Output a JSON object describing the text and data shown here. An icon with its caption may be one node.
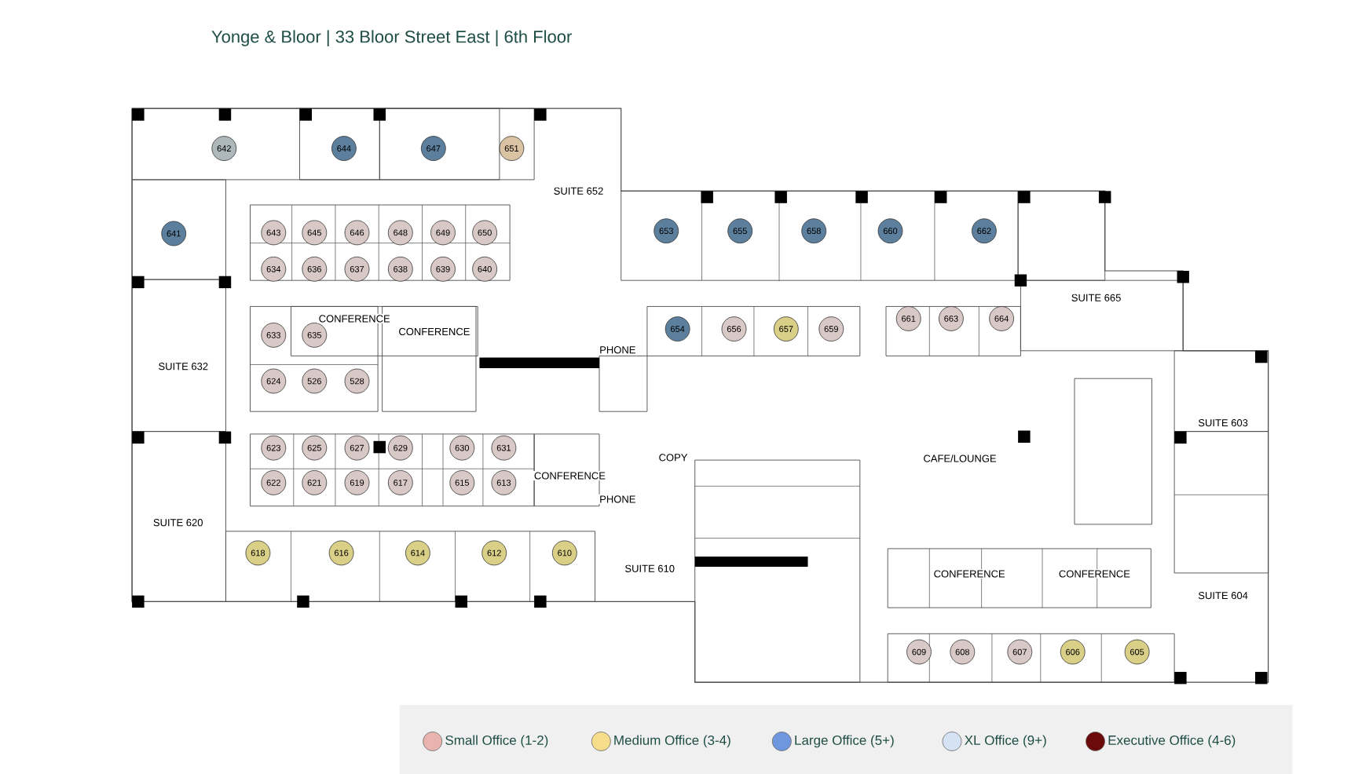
{
  "diagram": {
    "title": "Yonge & Bloor | 33 Bloor Street East | 6th Floor",
    "nodes": [
      {
        "text": [
          "642"
        ]
      },
      {
        "text": [
          "644"
        ]
      },
      {
        "text": [
          "647"
        ]
      },
      {
        "text": [
          "651"
        ]
      },
      {
        "text": [
          "641"
        ]
      },
      {
        "text": [
          "643"
        ]
      },
      {
        "text": [
          "645"
        ]
      },
      {
        "text": [
          "646"
        ]
      },
      {
        "text": [
          "648"
        ]
      },
      {
        "text": [
          "649"
        ]
      },
      {
        "text": [
          "650"
        ]
      },
      {
        "text": [
          "653"
        ]
      },
      {
        "text": [
          "655"
        ]
      },
      {
        "text": [
          "658"
        ]
      },
      {
        "text": [
          "660"
        ]
      },
      {
        "text": [
          "662"
        ]
      },
      {
        "text": [
          "634"
        ]
      },
      {
        "text": [
          "636"
        ]
      },
      {
        "text": [
          "637"
        ]
      },
      {
        "text": [
          "638"
        ]
      },
      {
        "text": [
          "639"
        ]
      },
      {
        "text": [
          "640"
        ]
      },
      {
        "text": [
          "661"
        ]
      },
      {
        "text": [
          "663"
        ]
      },
      {
        "text": [
          "664"
        ]
      },
      {
        "text": [
          "654"
        ]
      },
      {
        "text": [
          "656"
        ]
      },
      {
        "text": [
          "657"
        ]
      },
      {
        "text": [
          "659"
        ]
      },
      {
        "text": [
          "633"
        ]
      },
      {
        "text": [
          "635"
        ]
      },
      {
        "text": [
          "624"
        ]
      },
      {
        "text": [
          "526"
        ]
      },
      {
        "text": [
          "528"
        ]
      },
      {
        "text": [
          "623"
        ]
      },
      {
        "text": [
          "625"
        ]
      },
      {
        "text": [
          "627"
        ]
      },
      {
        "text": [
          "629"
        ]
      },
      {
        "text": [
          "630"
        ]
      },
      {
        "text": [
          "631"
        ]
      },
      {
        "text": [
          "622"
        ]
      },
      {
        "text": [
          "621"
        ]
      },
      {
        "text": [
          "619"
        ]
      },
      {
        "text": [
          "617"
        ]
      },
      {
        "text": [
          "615"
        ]
      },
      {
        "text": [
          "613"
        ]
      },
      {
        "text": [
          "618"
        ]
      },
      {
        "text": [
          "616"
        ]
      },
      {
        "text": [
          "614"
        ]
      },
      {
        "text": [
          "612"
        ]
      },
      {
        "text": [
          "610"
        ]
      },
      {
        "text": [
          "609"
        ]
      },
      {
        "text": [
          "608"
        ]
      },
      {
        "text": [
          "607"
        ]
      },
      {
        "text": [
          "606"
        ]
      },
      {
        "text": [
          "605"
        ]
      }
    ],
    "labels": [
      "SUITE 652",
      "SUITE 665",
      "CONFERENCE",
      "CONFERENCE",
      "PHONE",
      "SUITE 632",
      "SUITE 603",
      "COPY",
      "CAFE/LOUNGE",
      "CONFERENCE",
      "PHONE",
      "SUITE 620",
      "SUITE 610",
      "CONFERENCE",
      "CONFERENCE",
      "SUITE 604"
    ],
    "legend": [
      {
        "text": "Small Office (1-2)",
        "color": "#e8b4ad"
      },
      {
        "text": "Medium Office (3-4)",
        "color": "#f5dd8a"
      },
      {
        "text": "Large Office (5+)",
        "color": "#6f97e0"
      },
      {
        "text": "XL Office (9+)",
        "color": "#d4e2f4"
      },
      {
        "text": "Executive Office (4-6)",
        "color": "#6b0a0a"
      }
    ]
  }
}
